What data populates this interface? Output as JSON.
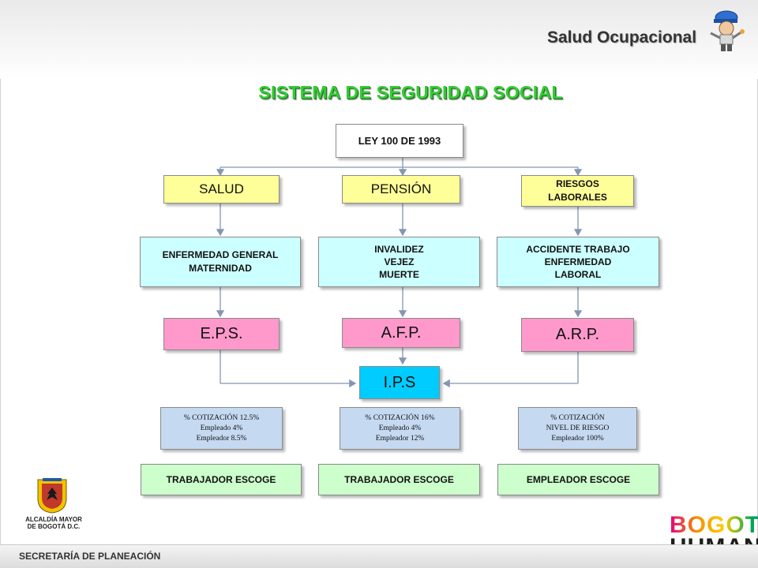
{
  "header": {
    "brand": "Salud Ocupacional",
    "title": "SISTEMA DE SEGURIDAD SOCIAL"
  },
  "diagram": {
    "root": "LEY 100 DE 1993",
    "columns": [
      {
        "category": "SALUD",
        "coverage": [
          "ENFERMEDAD GENERAL",
          "MATERNIDAD"
        ],
        "entity": "E.P.S.",
        "contribution": [
          "% COTIZACIÓN 12.5%",
          "Empleado 4%",
          "Empleador 8.5%"
        ],
        "choice": "TRABAJADOR ESCOGE"
      },
      {
        "category": "PENSIÓN",
        "coverage": [
          "INVALIDEZ",
          "VEJEZ",
          "MUERTE"
        ],
        "entity": "A.F.P.",
        "contribution": [
          "% COTIZACIÓN 16%",
          "Empleado 4%",
          "Empleador 12%"
        ],
        "choice": "TRABAJADOR ESCOGE"
      },
      {
        "category": [
          "RIESGOS",
          "LABORALES"
        ],
        "coverage": [
          "ACCIDENTE TRABAJO",
          "ENFERMEDAD",
          "LABORAL"
        ],
        "entity": "A.R.P.",
        "contribution": [
          "% COTIZACIÓN",
          "NIVEL DE RIESGO",
          "Empleador 100%"
        ],
        "choice": "EMPLEADOR ESCOGE"
      }
    ],
    "provider": "I.P.S"
  },
  "footer": {
    "department": "SECRETARÍA DE PLANEACIÓN",
    "alcaldia": [
      "ALCALDÍA MAYOR",
      "DE BOGOTÁ D.C."
    ],
    "logo_text": [
      "BOGOTÁ",
      "HUMANA"
    ]
  },
  "colors": {
    "title_green": "#33cc33",
    "category_yellow": "#ffff99",
    "coverage_cyan": "#ccffff",
    "entity_pink": "#ff99cc",
    "provider_cyan": "#00ccff",
    "contribution_blue": "#c5d9f1",
    "choice_green": "#ccffcc",
    "connector": "#8497b0"
  }
}
